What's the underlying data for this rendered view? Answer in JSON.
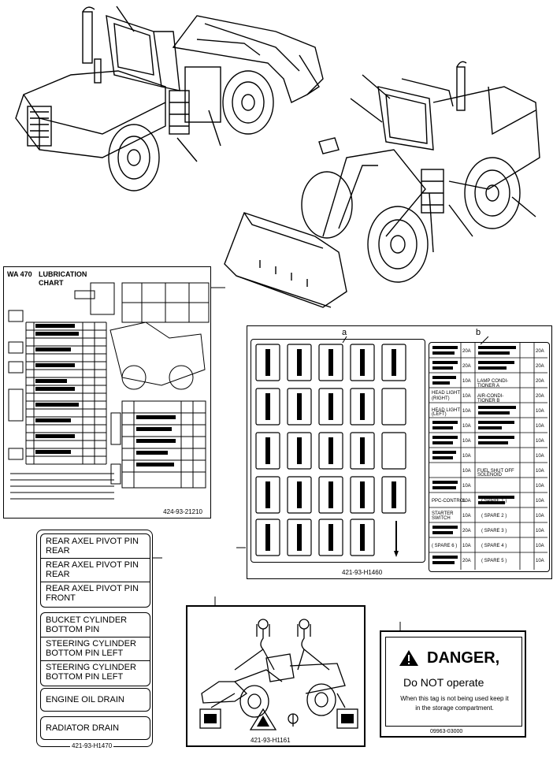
{
  "lubrication_chart": {
    "model": "WA 470",
    "title_line1": "LUBRICATION",
    "title_line2": "CHART",
    "part_number": "424-93-21210"
  },
  "fuse_panel": {
    "callout_a": "a",
    "callout_b": "b",
    "part_number": "421-93-H1460",
    "fuse_cells": [
      "",
      "",
      "",
      "",
      "",
      "",
      "",
      "",
      "",
      "",
      "",
      "",
      "",
      "",
      "",
      "",
      "",
      "",
      "",
      "",
      "",
      "",
      "",
      "",
      ""
    ],
    "right_column_items": [
      {
        "left": "",
        "amp_left": "",
        "right": "",
        "amp_right": "20A"
      },
      {
        "left": "",
        "amp_left": "20A",
        "right": "",
        "amp_right": "20A"
      },
      {
        "left": "",
        "amp_left": "10A",
        "right": "LAMP CONDI-TIONER A",
        "amp_right": "20A"
      },
      {
        "left": "HEAD LIGHT (RIGHT)",
        "amp_left": "10A",
        "right": "AIR-CONDI-TIONER B",
        "amp_right": "20A"
      },
      {
        "left": "HEAD LIGHT (LEFT)",
        "amp_left": "10A",
        "right": "",
        "amp_right": "10A"
      },
      {
        "left": "",
        "amp_left": "10A",
        "right": "",
        "amp_right": "10A"
      },
      {
        "left": "",
        "amp_left": "10A",
        "right": "",
        "amp_right": "10A"
      },
      {
        "left": "",
        "amp_left": "10A",
        "right": "",
        "amp_right": "10A"
      },
      {
        "left": "",
        "amp_left": "10A",
        "right": "FUEL SHUT OFF SOLENOID",
        "amp_right": "10A"
      },
      {
        "left": "",
        "amp_left": "10A",
        "right": "",
        "amp_right": "10A"
      },
      {
        "left": "PPC-CONTROL",
        "amp_left": "10A",
        "right": "( SPARE 1 )",
        "amp_right": "10A"
      },
      {
        "left": "STARTER SWITCH",
        "amp_left": "10A",
        "right": "( SPARE 2 )",
        "amp_right": "10A"
      },
      {
        "left": "",
        "amp_left": "20A",
        "right": "( SPARE 3 )",
        "amp_right": "10A"
      },
      {
        "left": "( SPARE 6 )",
        "amp_left": "10A",
        "right": "( SPARE 4 )",
        "amp_right": "10A"
      },
      {
        "left": "",
        "amp_left": "20A",
        "right": "( SPARE 5 )",
        "amp_right": "10A"
      }
    ]
  },
  "tag_plates": {
    "items": [
      "REAR AXEL PIVOT PIN REAR",
      "REAR AXEL PIVOT PIN REAR",
      "REAR AXEL PIVOT PIN FRONT",
      "BUCKET CYLINDER BOTTOM PIN",
      "STEERING CYLINDER BOTTOM PIN LEFT",
      "STEERING CYLINDER BOTTOM PIN LEFT",
      "ENGINE OIL DRAIN",
      "RADIATOR DRAIN"
    ],
    "part_number": "421-93-H1470"
  },
  "lift_plate": {
    "part_number": "421-93-H1161"
  },
  "danger_tag": {
    "title": "DANGER,",
    "subtitle": "Do NOT operate",
    "line1": "When this tag is not being used keep it",
    "line2": "in the storage compartment.",
    "part_number": "09963-03000"
  }
}
